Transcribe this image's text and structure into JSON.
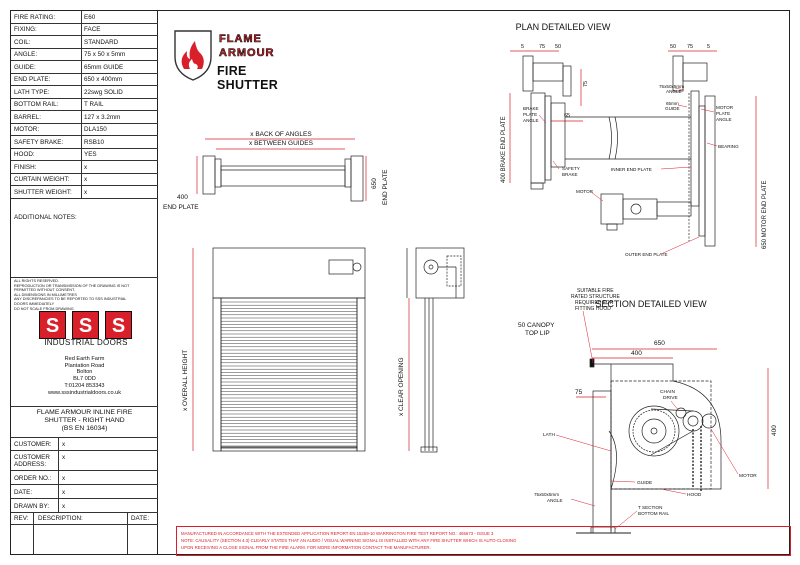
{
  "specs": [
    {
      "label": "FIRE RATING:",
      "value": "E60"
    },
    {
      "label": "FIXING:",
      "value": "FACE"
    },
    {
      "label": "COIL:",
      "value": "STANDARD"
    },
    {
      "label": "ANGLE:",
      "value": "75 x 50 x 5mm"
    },
    {
      "label": "GUIDE:",
      "value": "65mm GUIDE"
    },
    {
      "label": "END PLATE:",
      "value": "650 x 400mm"
    },
    {
      "label": "LATH TYPE:",
      "value": "22swg SOLID"
    },
    {
      "label": "BOTTOM RAIL:",
      "value": "T RAIL"
    },
    {
      "label": "BARREL:",
      "value": "127 x 3.2mm"
    },
    {
      "label": "MOTOR:",
      "value": "DLA150"
    },
    {
      "label": "SAFETY BRAKE:",
      "value": "RSB10"
    },
    {
      "label": "HOOD:",
      "value": "YES"
    },
    {
      "label": "FINISH:",
      "value": "x"
    },
    {
      "label": "CURTAIN WEIGHT:",
      "value": "x"
    },
    {
      "label": "SHUTTER WEIGHT:",
      "value": "x"
    }
  ],
  "additional_notes_label": "ADDITIONAL NOTES:",
  "legal": [
    "ALL RIGHTS RESERVED.",
    "REPRODUCTION OR TRANSMISSION OF THE DRAWING IS NOT",
    "PERMITTED WITHOUT CONSENT.",
    "ALL DIMENSIONS IN MILLIMETRES",
    "ANY DISCREPANCIES TO BE REPORTED TO SSS INDUSTRIAL",
    "DOORS IMMEDIATELY",
    "DO NOT SCALE FROM DRAWING"
  ],
  "company": {
    "logo_letters": [
      "S",
      "S",
      "S"
    ],
    "name": "INDUSTRIAL DOORS",
    "address": [
      "Red Earth Farm",
      "Plantation Road",
      "Bolton",
      "BL7 0DD",
      "T:01204 853343",
      "www.sssindustrialdoors.co.uk"
    ]
  },
  "drawing_title": [
    "FLAME ARMOUR INLINE FIRE",
    "SHUTTER - RIGHT HAND",
    "(BS EN 16034)"
  ],
  "fields": [
    {
      "label": "CUSTOMER:",
      "value": "x"
    },
    {
      "label": "CUSTOMER ADDRESS:",
      "value": "x"
    },
    {
      "label": "ORDER NO.:",
      "value": "x"
    },
    {
      "label": "DATE:",
      "value": "x"
    },
    {
      "label": "DRAWN BY:",
      "value": "x"
    }
  ],
  "revision_headers": {
    "rev": "REV:",
    "description": "DESCRIPTION:",
    "date": "DATE:"
  },
  "brand": {
    "line1": "FLAME",
    "line2": "ARMOUR",
    "line3": "FIRE SHUTTER"
  },
  "views": {
    "plan": {
      "title": "PLAN DETAILED VIEW",
      "dims_left": [
        "5",
        "75",
        "50"
      ],
      "dims_right": [
        "50",
        "75",
        "5"
      ],
      "dim_75": "75",
      "dim_65": "65",
      "angle_label": [
        "75x50x5mm",
        "ANGLE"
      ],
      "guide_label": [
        "65mm",
        "GUIDE"
      ],
      "brake_plate_angle": [
        "BRAKE",
        "PLATE",
        "ANGLE"
      ],
      "motor_plate_angle": [
        "MOTOR",
        "PLATE",
        "ANGLE"
      ],
      "safety_brake": [
        "SAFETY",
        "BRAKE"
      ],
      "inner_end_plate": "INNER END PLATE",
      "bearing": "BEARING",
      "motor": "MOTOR",
      "outer_end_plate": "OUTER END PLATE",
      "brake_end_plate_dim": "400 BRAKE END PLATE",
      "motor_end_plate_dim": "650 MOTOR END PLATE"
    },
    "front": {
      "back_of_angles": "x BACK OF ANGLES",
      "between_guides": "x BETWEEN GUIDES",
      "end_plate_400": [
        "400",
        "END PLATE"
      ],
      "end_plate_650": [
        "650",
        "END PLATE"
      ],
      "overall_height": "x OVERALL HEIGHT"
    },
    "side": {
      "clear_opening": "x CLEAR OPENING"
    },
    "section": {
      "title": "SECTION DETAILED VIEW",
      "structure_note": [
        "SUITABLE FIRE",
        "RATED STRUCTURE",
        "REQUIRED FOR",
        "FITTING HOOD"
      ],
      "canopy": [
        "50 CANOPY",
        "TOP LIP"
      ],
      "dim_650": "650",
      "dim_400_top": "400",
      "dim_75": "75",
      "dim_400_side": "400",
      "chain_drive": [
        "CHAIN",
        "DRIVE"
      ],
      "lath": "LATH",
      "motor": "MOTOR",
      "guide": "GUIDE",
      "hood": "HOOD",
      "angle": [
        "75x50x5mm",
        "ANGLE"
      ],
      "bottom_rail": [
        "T SECTION",
        "BOTTOM RAIL"
      ]
    }
  },
  "warning": [
    "MANUFACTURED IN ACCORDANCE WITH THE EXTENDED APPLICATION REPORT EN 15269-10 WARRINGTON FIRE TEST REPORT NO.: 465673 - ISSUE 3",
    "NOTE: CAUSALITY (SECTION 4.3) CLEARLY STATES THAT AN AUDIO / VISUAL WARNING SIGNAL IS INSTALLED WITH ANY FIRE SHUTTER WHICH IS AUTO-CLOSING",
    "UPON RECEIVING A CLOSE SIGNAL FROM THE FIRE ALARM. FOR MORE INFORMATION CONTACT THE MANUFACTURER."
  ],
  "colors": {
    "red": "#d9202a",
    "line": "#222222"
  }
}
